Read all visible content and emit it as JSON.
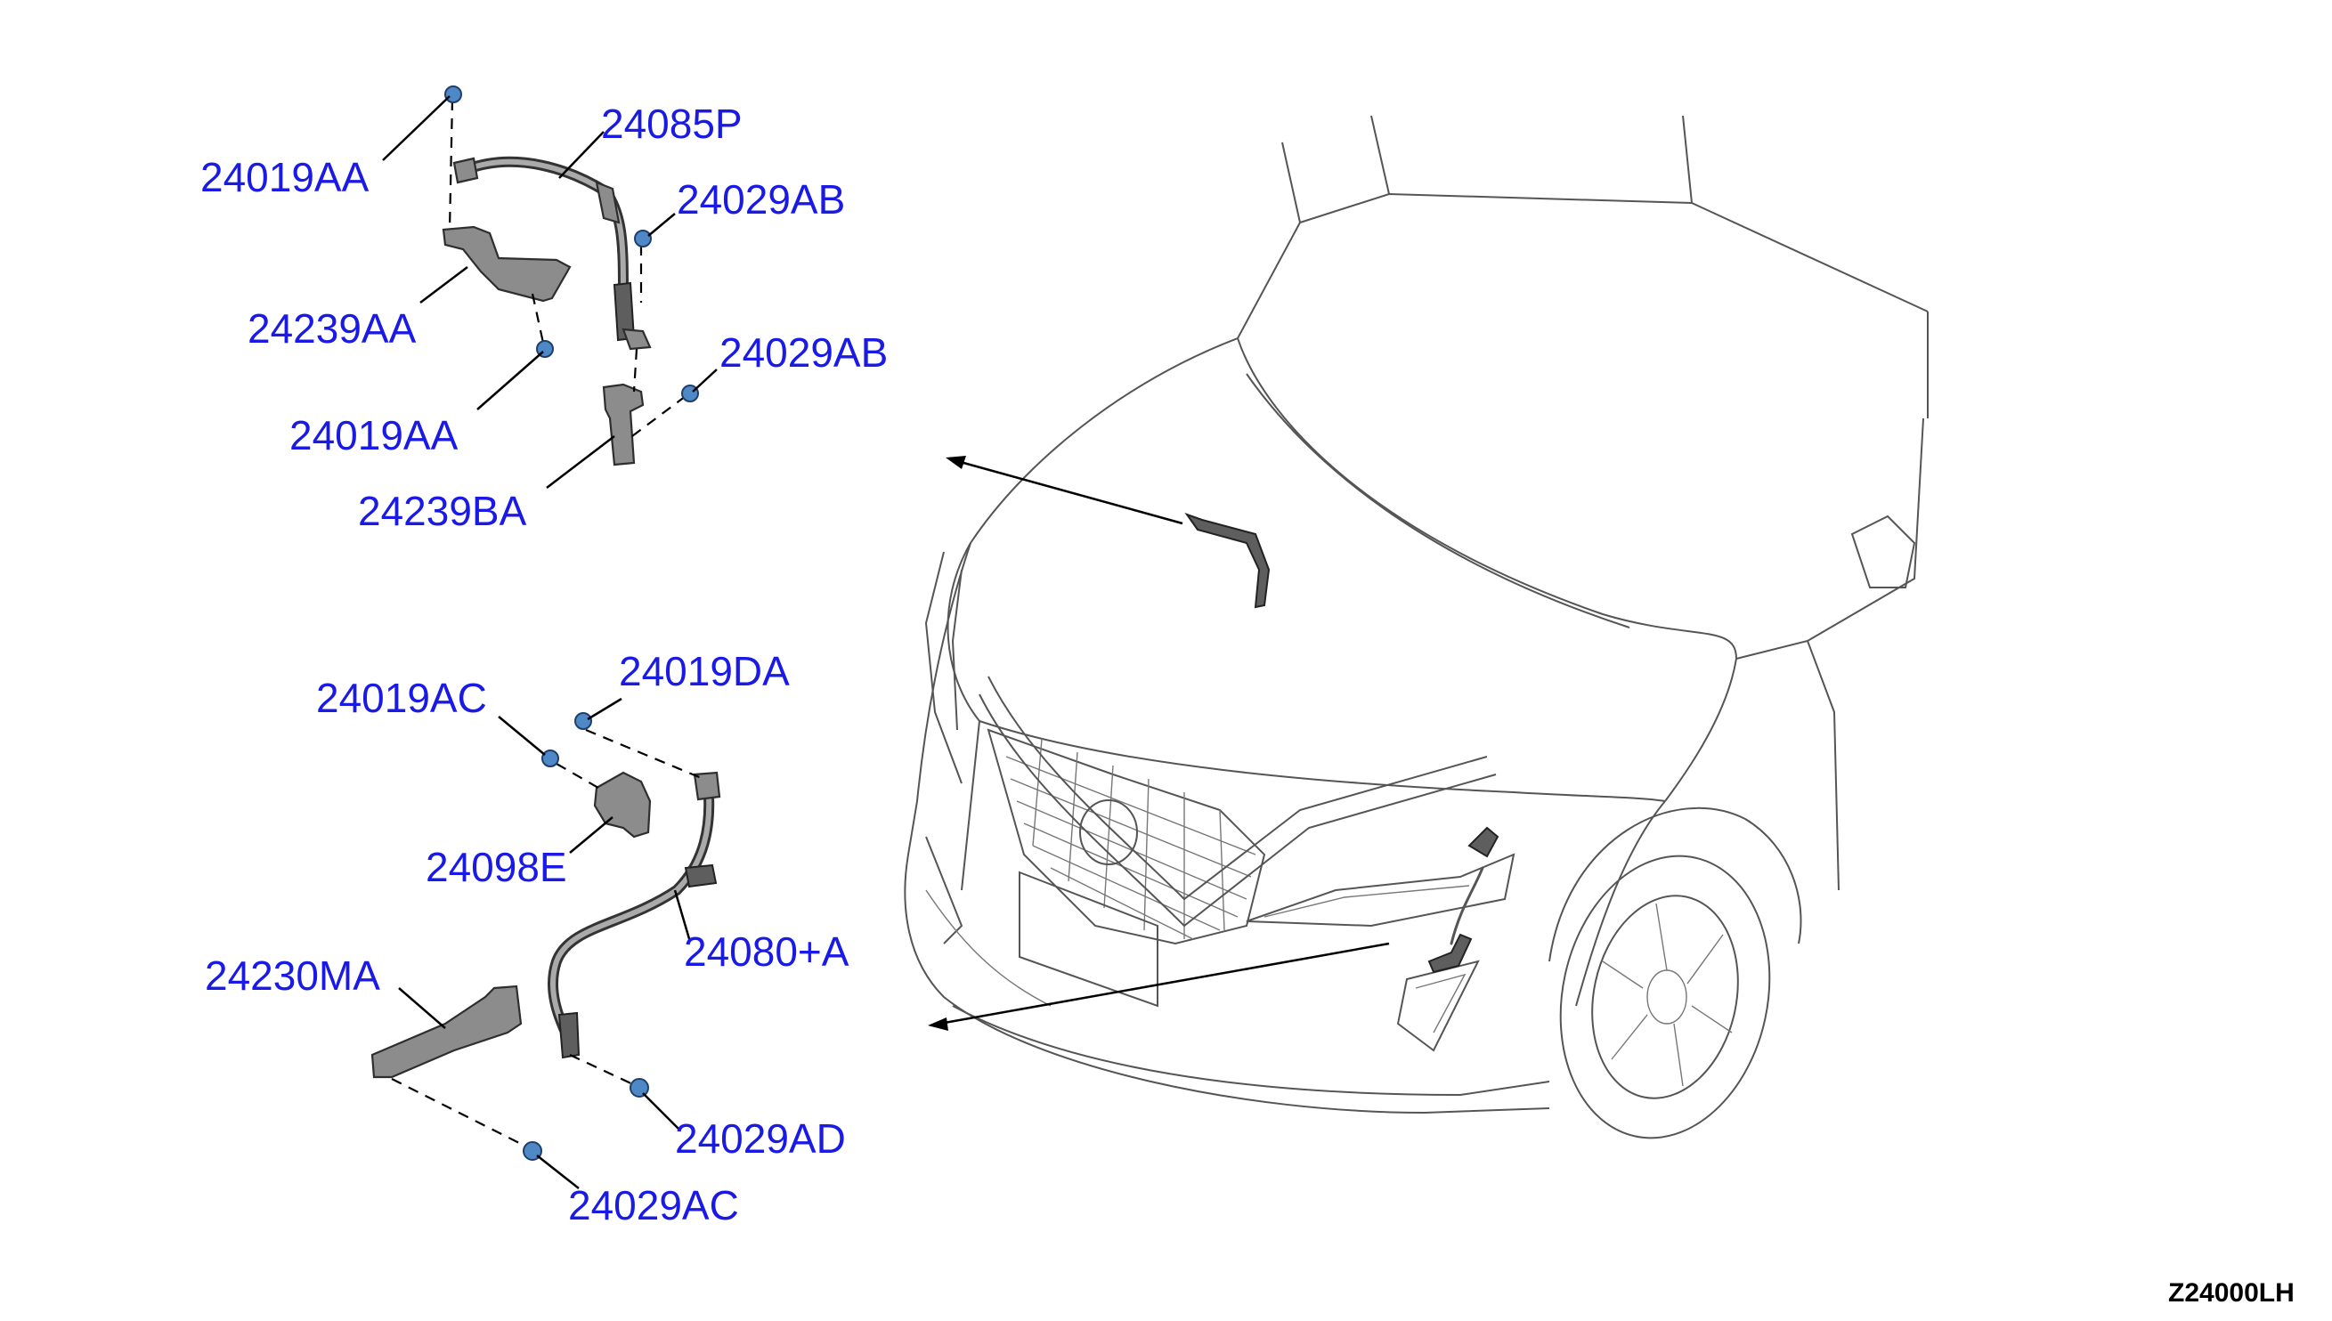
{
  "callouts": {
    "c1": "24019AA",
    "c2": "24085P",
    "c3": "24029AB",
    "c4": "24239AA",
    "c5": "24029AB",
    "c6": "24019AA",
    "c7": "24239BA",
    "c8": "24019AC",
    "c9": "24019DA",
    "c10": "24098E",
    "c11": "24080+A",
    "c12": "24230MA",
    "c13": "24029AD",
    "c14": "24029AC"
  },
  "diagram_code": "Z24000LH",
  "colors": {
    "callout_text": "#1a1ae6",
    "bolt": "#4f88c6",
    "part": "#8c8c8c"
  }
}
